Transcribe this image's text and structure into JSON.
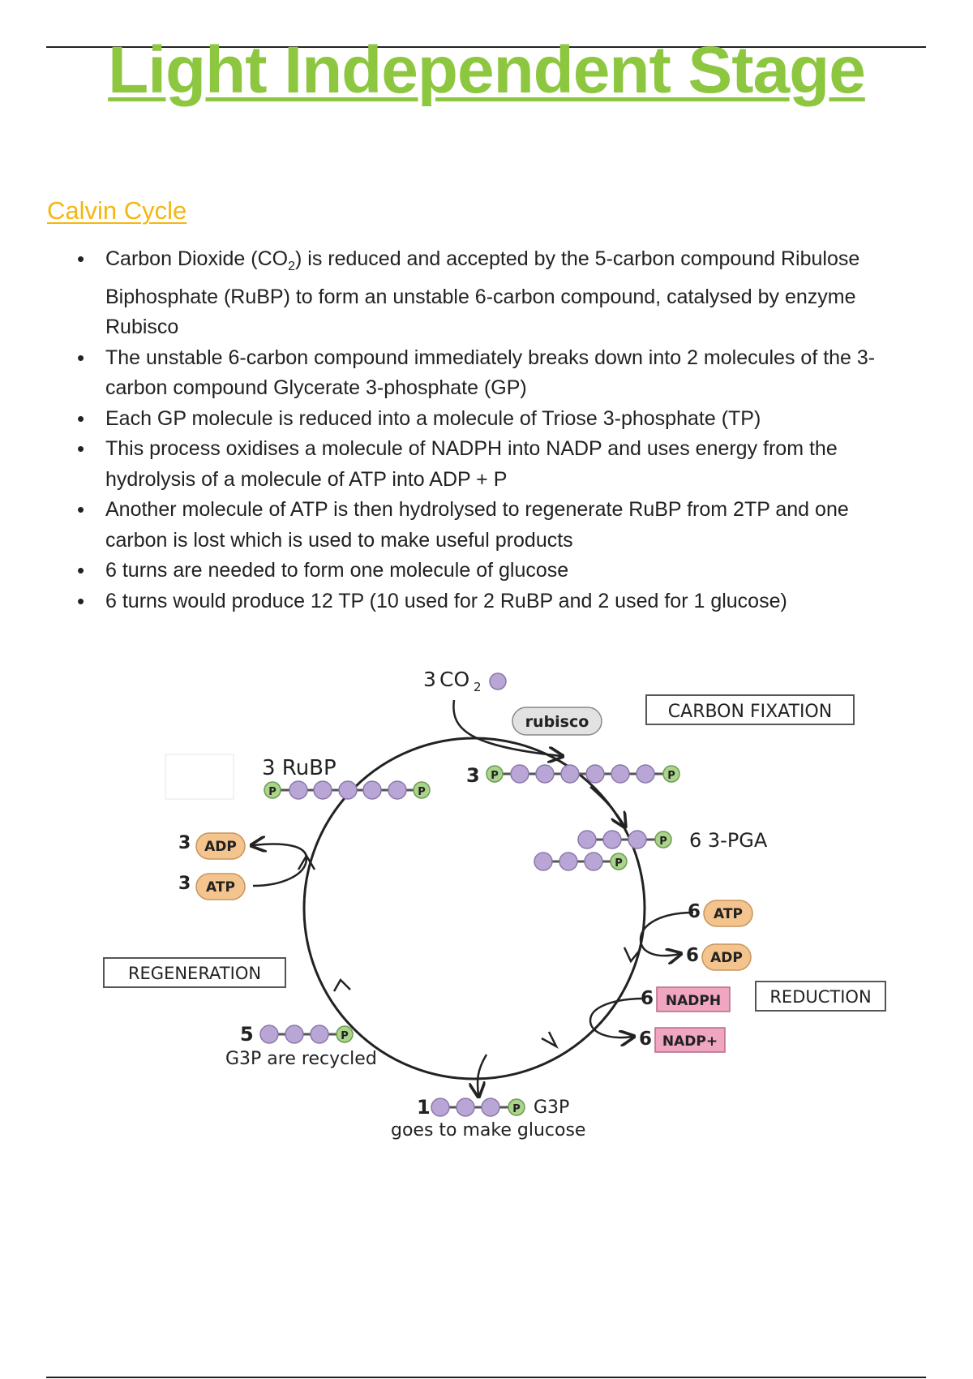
{
  "title": "Light Independent Stage",
  "section_heading": "Calvin Cycle",
  "bullets": [
    {
      "before": "Carbon Dioxide (CO",
      "sub": "2",
      "after": ") is reduced and accepted by the 5-carbon compound Ribulose Biphosphate (RuBP) to form an unstable 6-carbon compound, catalysed by enzyme Rubisco"
    },
    {
      "text": "The unstable 6-carbon compound immediately breaks down into 2 molecules of the 3-carbon compound Glycerate 3-phosphate (GP)"
    },
    {
      "text": "Each GP molecule is reduced into a molecule of Triose 3-phosphate (TP)"
    },
    {
      "text": "This process oxidises a molecule of NADPH into NADP and uses energy from the hydrolysis of a molecule of ATP into ADP + P"
    },
    {
      "text": "Another molecule of ATP is then hydrolysed to regenerate RuBP from 2TP and one carbon is lost which is used to make useful products"
    },
    {
      "text": "6 turns are needed to form one molecule of glucose"
    },
    {
      "text": "6 turns would produce 12 TP (10 used for 2 RuBP and 2 used for 1 glucose)"
    }
  ],
  "diagram": {
    "co2": {
      "count": "3",
      "formula": "CO",
      "sub": "2"
    },
    "enzyme": "rubisco",
    "carbon_fixation": "CARBON FIXATION",
    "regeneration": "REGENERATION",
    "reduction": "REDUCTION",
    "rubp_label": "3 RuBP",
    "six_carbon_count": "3",
    "pga_label": "6 3-PGA",
    "phosphate": "P",
    "reduction_inputs": [
      {
        "count": "6",
        "label": "ATP"
      },
      {
        "count": "6",
        "label": "ADP"
      },
      {
        "count": "6",
        "label": "NADPH"
      },
      {
        "count": "6",
        "label": "NADP+"
      }
    ],
    "regeneration_inputs": [
      {
        "count": "3",
        "label": "ADP"
      },
      {
        "count": "3",
        "label": "ATP"
      }
    ],
    "recycled_count": "5",
    "recycled_text": "G3P are recycled",
    "output_count": "1",
    "output_label": "G3P",
    "output_text": "goes to make glucose",
    "colors": {
      "carbon": "#b9a6d6",
      "phosphate": "#a9d48a",
      "energy": "#f4c48e",
      "nadph": "#f0a5c0"
    }
  }
}
